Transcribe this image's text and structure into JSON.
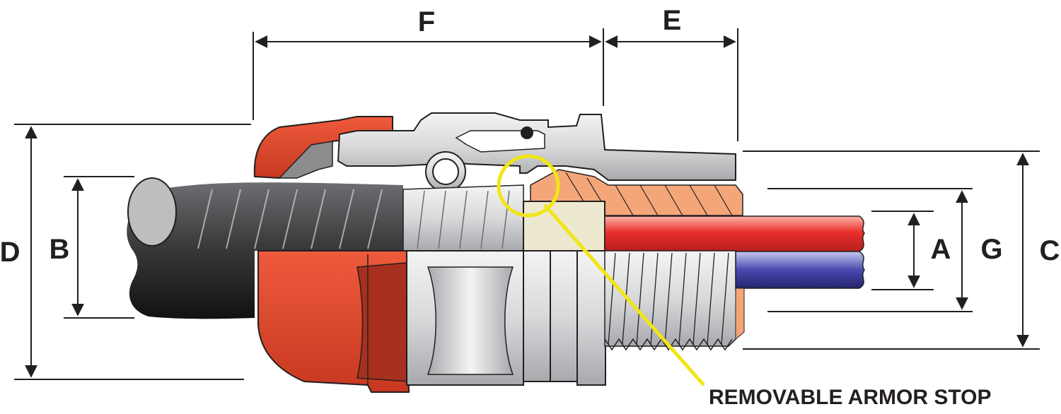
{
  "dimensions": {
    "f": "F",
    "e": "E",
    "d": "D",
    "b": "B",
    "a": "A",
    "g": "G",
    "c": "C"
  },
  "callout": {
    "label": "REMOVABLE ARMOR STOP"
  },
  "colors": {
    "seal_red": "#e8442a",
    "seal_dark_red": "#a8301e",
    "metal_light": "#e6e7e8",
    "metal_mid": "#bcbec0",
    "armor_black": "#1a1a1a",
    "copper": "#f4a679",
    "conductor_red": "#e8302c",
    "conductor_blue": "#3a3a9a",
    "armor_stop_cream": "#ede8d0",
    "highlight_yellow": "#f2e516",
    "line_dark": "#231f20"
  }
}
